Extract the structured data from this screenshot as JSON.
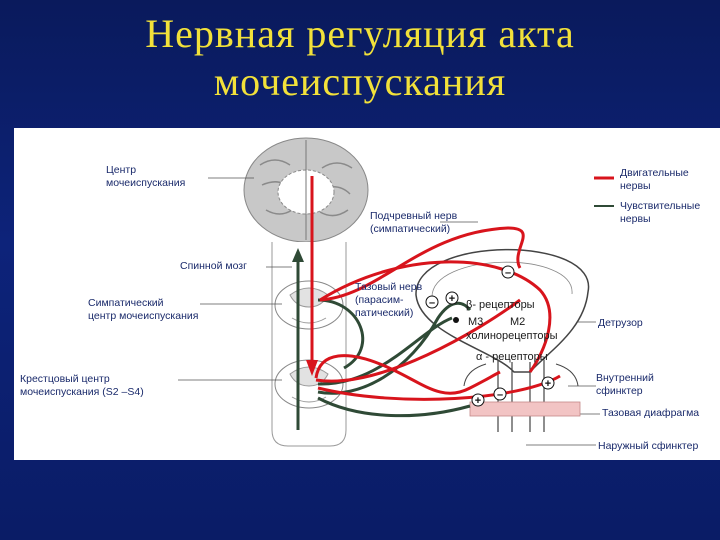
{
  "title": {
    "line1": "Нервная регуляция акта",
    "line2": "мочеиспускания"
  },
  "labels": {
    "center": [
      "Центр",
      "мочеиспускания"
    ],
    "hypogastric": [
      "Подчревный нерв",
      "(симпатический)"
    ],
    "spinal_cord": "Спинной мозг",
    "sympathetic_center": [
      "Симпатический",
      "центр мочеиспускания"
    ],
    "sacral_center": [
      "Крестцовый центр",
      "мочеиспускания (S2 –S4)"
    ],
    "pelvic_nerve": [
      "Тазовый нерв",
      "(парасим-",
      "патический)"
    ],
    "beta_receptors": "β- рецепторы",
    "m3": "М3",
    "m2": "М2",
    "cholinoreceptors": "холинорецепторы",
    "alpha_receptors": "α - рецепторы",
    "detrusor": "Детрузор",
    "internal_sphincter": [
      "Внутренний",
      "сфинктер"
    ],
    "pelvic_diaphragm": "Тазовая диафрагма",
    "external_sphincter": "Наружный сфинктер"
  },
  "legend": {
    "motor": [
      "Двигательные",
      "нервы"
    ],
    "sensory": [
      "Чувствительные",
      "нервы"
    ]
  },
  "signs": {
    "plus": "+",
    "minus": "–"
  },
  "colors": {
    "background": "#0d237a",
    "title": "#f2e13a",
    "motor_nerve": "#d8141c",
    "sensory_nerve": "#2f4a36",
    "brain_gray": "#c8c8c8",
    "diaphragm": "#f2c4c4",
    "label_text": "#1a2a6b"
  }
}
